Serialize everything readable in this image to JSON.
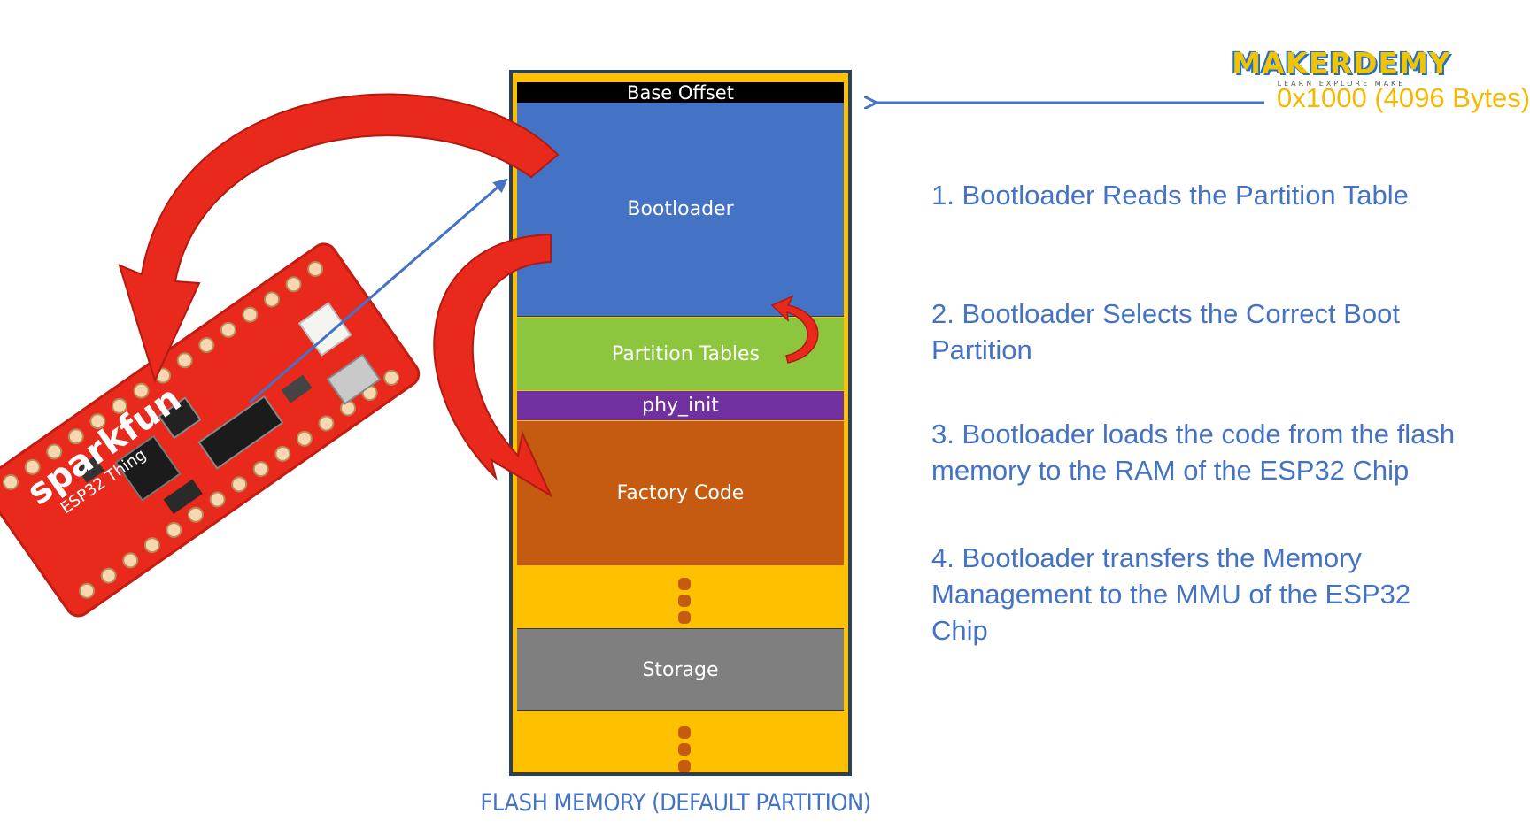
{
  "logo": {
    "word": "MAKERDEMY",
    "tagline": "LEARN EXPLORE MAKE"
  },
  "offset_label": "0x1000 (4096 Bytes)",
  "flash": {
    "caption": "FLASH MEMORY (DEFAULT PARTITION)",
    "blocks": [
      {
        "label": "Base Offset",
        "color": "#000000"
      },
      {
        "label": "Bootloader",
        "color": "#4472c4"
      },
      {
        "label": "Partition Tables",
        "color": "#8cc63f"
      },
      {
        "label": "phy_init",
        "color": "#7030a0"
      },
      {
        "label": "Factory Code",
        "color": "#c55a11"
      },
      {
        "label": "Storage",
        "color": "#7f7f7f"
      }
    ],
    "filler_color": "#ffc000"
  },
  "steps": [
    "1. Bootloader Reads the Partition Table",
    "2. Bootloader Selects the Correct Boot Partition",
    "3. Bootloader loads the code from the flash memory to the RAM of the ESP32 Chip",
    "4. Bootloader transfers the Memory Management to the MMU of the ESP32 Chip"
  ],
  "board": {
    "brand": "sparkfun",
    "model": "ESP32 Thing",
    "color": "#e8291c"
  },
  "colors": {
    "accent_blue": "#4472c4",
    "arrow_red": "#e8291c",
    "offset_yellow": "#f5b700"
  }
}
